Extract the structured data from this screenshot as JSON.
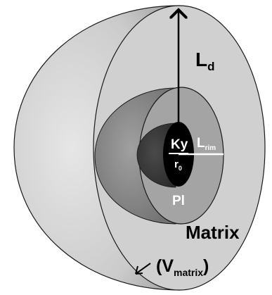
{
  "labels": {
    "ld_main": "L",
    "ld_sub": "d",
    "ky": "Ky",
    "r0_main": "r",
    "r0_sub": "0",
    "lrim_main": "L",
    "lrim_sub": "rim",
    "pl": "Pl",
    "matrix": "Matrix",
    "vmatrix_open": "(V",
    "vmatrix_sub": "matrix",
    "vmatrix_close": ")"
  },
  "colors": {
    "outer_sphere": "#d6d6d6",
    "outer_sphere_shadow": "#9e9e9e",
    "matrix_face": "#cfcfcf",
    "pl_body": "#8a8a8a",
    "pl_face": "#a9a9a9",
    "ky_body": "#3c3c3c",
    "ky_face": "#000000",
    "outline": "#1a1a1a",
    "text_dark": "#000000",
    "text_light": "#ffffff"
  }
}
